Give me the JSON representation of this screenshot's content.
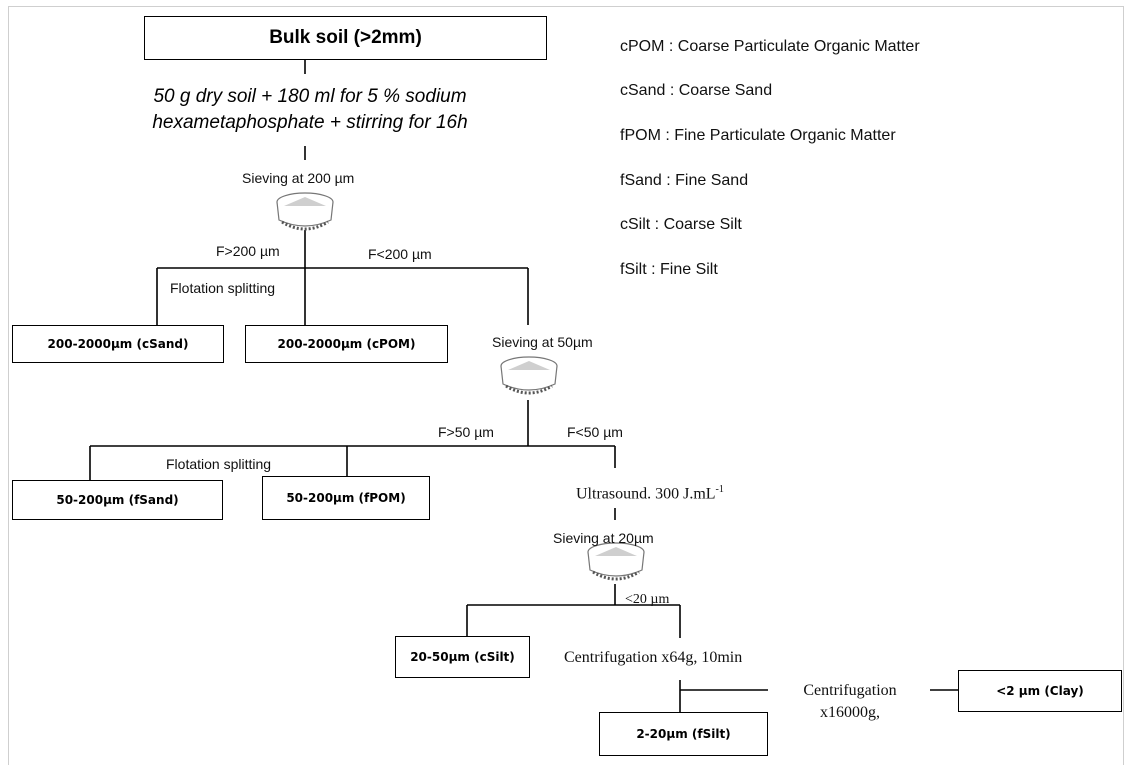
{
  "bulk_soil": "Bulk soil (>2mm)",
  "dispersion_line1": "50 g dry soil + 180 ml for 5 % sodium",
  "dispersion_line2": "hexametaphosphate + stirring for 16h",
  "sieve_200": "Sieving at 200 µm",
  "f_gt_200": "F>200 µm",
  "f_lt_200": "F<200 µm",
  "flotation_1": "Flotation splitting",
  "box_csand": "200-2000µm (cSand)",
  "box_cpom": "200-2000µm (cPOM)",
  "sieve_50": "Sieving at 50µm",
  "f_gt_50": "F>50 µm",
  "f_lt_50": "F<50 µm",
  "flotation_2": "Flotation splitting",
  "box_fsand": "50-200µm (fSand)",
  "box_fpom": "50-200µm (fPOM)",
  "ultrasound": "Ultrasound. 300 J.mL",
  "ultrasound_exp": "-1",
  "sieve_20": "Sieving at 20µm",
  "lt_20": "<20 µm",
  "box_csilt": "20-50µm (cSilt)",
  "centrifugation_1": "Centrifugation x64g, 10min",
  "box_fsilt": "2-20µm (fSilt)",
  "centrifugation_2_line1": "Centrifugation",
  "centrifugation_2_line2": "x16000g,",
  "box_clay": "<2 µm (Clay)",
  "legend": [
    "cPOM : Coarse Particulate Organic Matter",
    "cSand : Coarse Sand",
    "fPOM : Fine Particulate Organic Matter",
    "fSand : Fine Sand",
    "cSilt : Coarse Silt",
    "fSilt : Fine Silt"
  ]
}
